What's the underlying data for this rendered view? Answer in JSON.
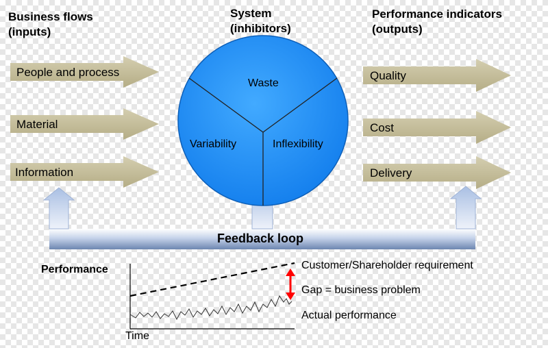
{
  "headings": {
    "inputs": {
      "line1": "Business flows",
      "line2": "(inputs)"
    },
    "system": {
      "line1": "System",
      "line2": "(inhibitors)"
    },
    "outputs": {
      "line1": "Performance indicators",
      "line2": "(outputs)"
    }
  },
  "inputs": [
    "People and process",
    "Material",
    "Information"
  ],
  "inhibitors": [
    "Waste",
    "Variability",
    "Inflexibility"
  ],
  "outputs": [
    "Quality",
    "Cost",
    "Delivery"
  ],
  "feedback": {
    "label": "Feedback loop"
  },
  "performance_chart": {
    "ylabel": "Performance",
    "xlabel": "Time",
    "annotations": {
      "requirement": "Customer/Shareholder requirement",
      "gap": "Gap = business problem",
      "actual": "Actual performance"
    }
  },
  "colors": {
    "arrow_fill": "#c4bd97",
    "circle_fill": "#1e90ff",
    "feedback_dark": "#6d86b0",
    "gap_arrow": "#ff0000"
  }
}
